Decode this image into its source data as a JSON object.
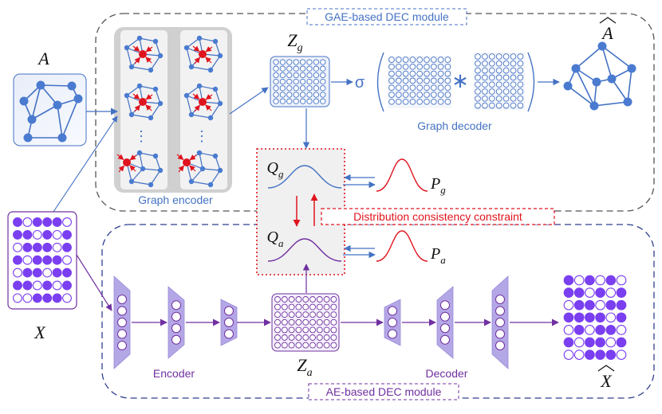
{
  "modules": {
    "gae_title": "GAE-based DEC module",
    "ae_title": "AE-based DEC module"
  },
  "labels": {
    "graph_encoder": "Graph encoder",
    "graph_decoder": "Graph decoder",
    "encoder": "Encoder",
    "decoder": "Decoder",
    "constraint": "Distribution consistency constraint",
    "sigma": "σ",
    "multiply": "∗",
    "ellipsis": "⋮"
  },
  "symbols": {
    "A": "A",
    "A_hat": "A",
    "X": "X",
    "X_hat": "X",
    "Zg": {
      "base": "Z",
      "sub": "g"
    },
    "Za": {
      "base": "Z",
      "sub": "a"
    },
    "Qg": {
      "base": "Q",
      "sub": "g"
    },
    "Qa": {
      "base": "Q",
      "sub": "a"
    },
    "Pg": {
      "base": "P",
      "sub": "g"
    },
    "Pa": {
      "base": "P",
      "sub": "a"
    }
  },
  "colors": {
    "blue": "#4472c4",
    "node_blue": "#4a7bd0",
    "purple": "#7030a0",
    "violet": "#7a3ff0",
    "trap_fill": "#b4a7e6",
    "red": "#e0141e",
    "gray_panel": "#d0d0d0"
  },
  "x_matrix": [
    [
      1,
      0,
      1,
      1,
      1,
      0
    ],
    [
      1,
      1,
      0,
      1,
      0,
      1
    ],
    [
      0,
      1,
      1,
      1,
      0,
      1
    ],
    [
      1,
      0,
      1,
      1,
      1,
      0
    ],
    [
      0,
      1,
      1,
      0,
      1,
      1
    ],
    [
      1,
      1,
      0,
      1,
      0,
      1
    ],
    [
      0,
      0,
      1,
      1,
      1,
      0
    ]
  ],
  "x_hat_matrix": [
    [
      1,
      0,
      1,
      0,
      1,
      0
    ],
    [
      1,
      1,
      0,
      1,
      0,
      1
    ],
    [
      0,
      1,
      1,
      0,
      1,
      1
    ],
    [
      1,
      1,
      1,
      1,
      0,
      1
    ],
    [
      0,
      1,
      0,
      1,
      1,
      0
    ],
    [
      1,
      0,
      1,
      1,
      0,
      1
    ],
    [
      0,
      0,
      1,
      1,
      1,
      0
    ]
  ]
}
